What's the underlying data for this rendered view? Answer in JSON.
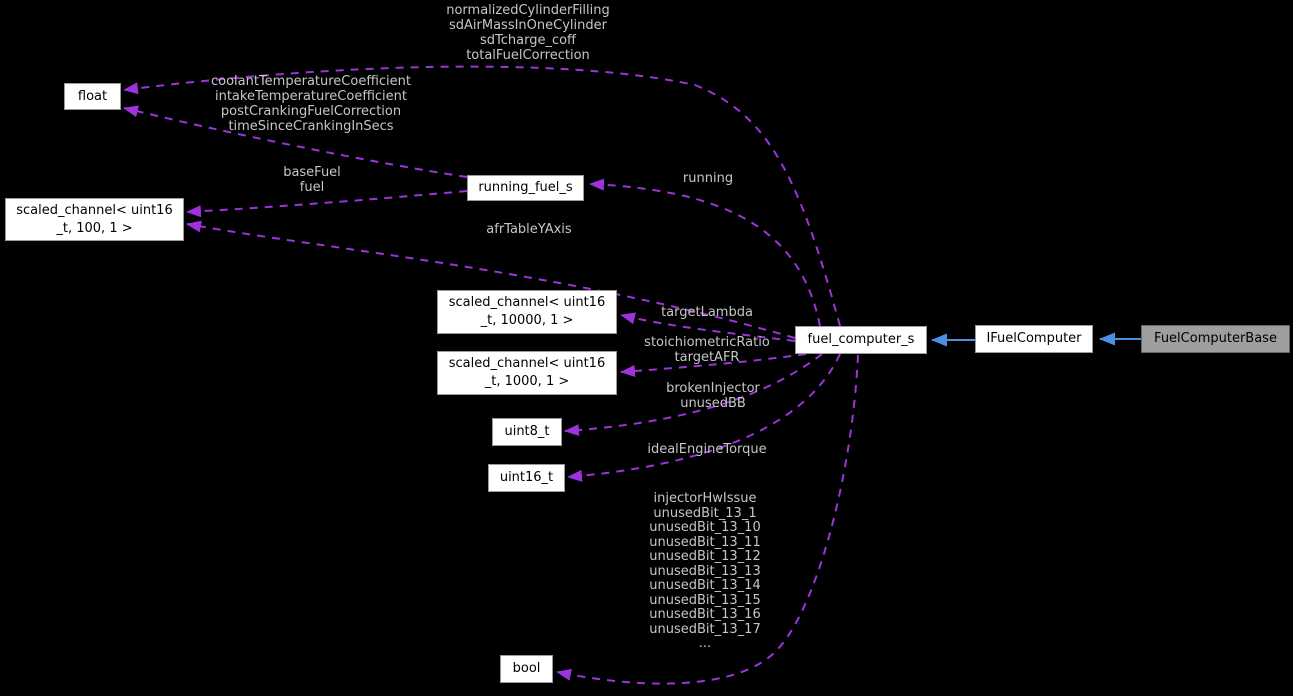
{
  "diagram": {
    "type": "collaboration-graph",
    "background": "#000000",
    "colors": {
      "dashed_usage_edge": "#9e32dc",
      "solid_inheritance_edge": "#4a90e2",
      "node_fill": "#ffffff",
      "node_border": "#9a9a9a",
      "highlight_node_fill": "#9e9e9e",
      "edge_label_text": "#c6c6c6",
      "node_text": "#000000"
    }
  },
  "nodes": {
    "float": {
      "label": "float"
    },
    "scaled_channel_100": {
      "line1": "scaled_channel< uint16",
      "line2": "_t, 100, 1 >"
    },
    "running_fuel_s": {
      "label": "running_fuel_s"
    },
    "scaled_channel_10000": {
      "line1": "scaled_channel< uint16",
      "line2": "_t, 10000, 1 >"
    },
    "scaled_channel_1000": {
      "line1": "scaled_channel< uint16",
      "line2": "_t, 1000, 1 >"
    },
    "uint8_t": {
      "label": "uint8_t"
    },
    "uint16_t": {
      "label": "uint16_t"
    },
    "bool": {
      "label": "bool"
    },
    "fuel_computer_s": {
      "label": "fuel_computer_s"
    },
    "ifuel_computer": {
      "label": "IFuelComputer"
    },
    "fuel_computer_base": {
      "label": "FuelComputerBase"
    }
  },
  "edge_labels": {
    "fuel_computer_to_float": [
      "normalizedCylinderFilling",
      "sdAirMassInOneCylinder",
      "sdTcharge_coff",
      "totalFuelCorrection"
    ],
    "running_fuel_to_float": [
      "coolantTemperatureCoefficient",
      "intakeTemperatureCoefficient",
      "postCrankingFuelCorrection",
      "timeSinceCrankingInSecs"
    ],
    "running_fuel_to_scaled_channel_100": [
      "baseFuel",
      "fuel"
    ],
    "fuel_computer_to_running_fuel": [
      "running"
    ],
    "fuel_computer_to_scaled_channel_100": [
      "afrTableYAxis"
    ],
    "fuel_computer_to_scaled_channel_10000": [
      "targetLambda"
    ],
    "fuel_computer_to_scaled_channel_1000": [
      "stoichiometricRatio",
      "targetAFR"
    ],
    "fuel_computer_to_uint8": [
      "brokenInjector",
      "unusedBB"
    ],
    "fuel_computer_to_uint16": [
      "idealEngineTorque"
    ],
    "fuel_computer_to_bool": [
      "injectorHwIssue",
      "unusedBit_13_1",
      "unusedBit_13_10",
      "unusedBit_13_11",
      "unusedBit_13_12",
      "unusedBit_13_13",
      "unusedBit_13_14",
      "unusedBit_13_15",
      "unusedBit_13_16",
      "unusedBit_13_17",
      "..."
    ]
  }
}
